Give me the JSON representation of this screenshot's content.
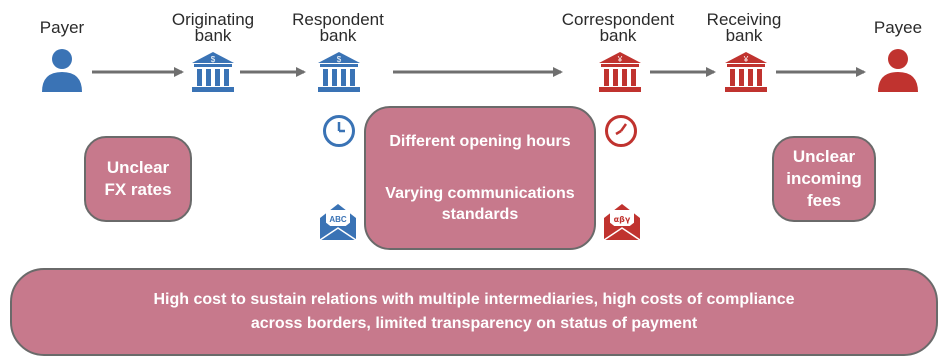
{
  "nodes": {
    "payer": "Payer",
    "originating_bank": "Originating\nbank",
    "respondent_bank": "Respondent\nbank",
    "correspondent_bank": "Correspondent\nbank",
    "receiving_bank": "Receiving\nbank",
    "payee": "Payee"
  },
  "issues": {
    "fx_rates": "Unclear\nFX rates",
    "opening_hours": "Different opening hours",
    "communications": "Varying communications\nstandards",
    "incoming_fees": "Unclear\nincoming\nfees",
    "bottom_summary": "High cost to sustain relations with multiple intermediaries, high costs of compliance\nacross borders, limited transparency on status of payment"
  },
  "icon_text": {
    "envelope_left": "ABC",
    "envelope_right": "αβγ"
  },
  "colors": {
    "blue": "#3a73b5",
    "red": "#c0332f",
    "pink_box": "#c7798c",
    "arrow": "#6f6f6f"
  },
  "icons": [
    "person-icon",
    "bank-icon",
    "clock-icon",
    "envelope-icon"
  ]
}
